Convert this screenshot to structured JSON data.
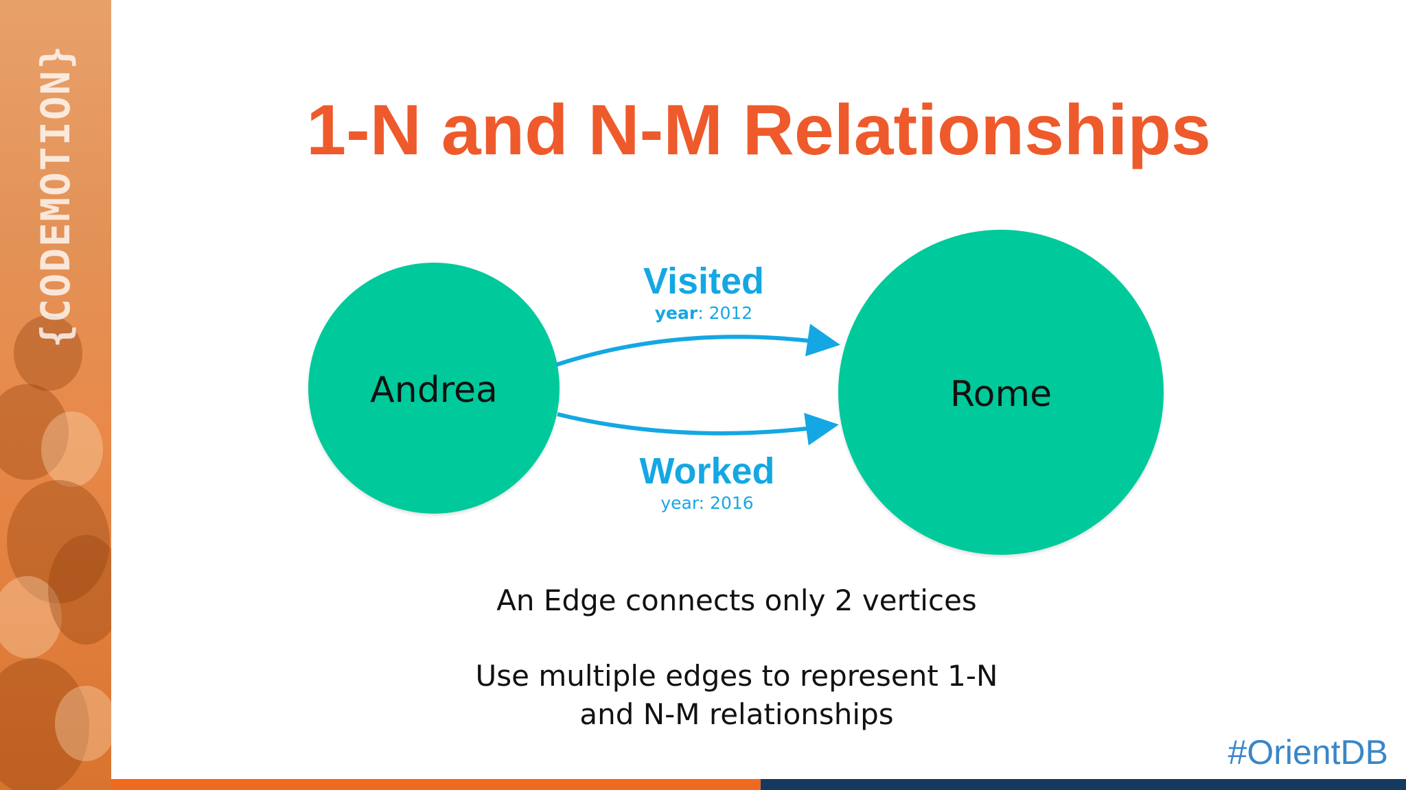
{
  "sidebar": {
    "logo_text": "{CODEMOTION}"
  },
  "slide": {
    "title": "1-N and N-M Relationships",
    "caption_line1": "An Edge connects only 2 vertices",
    "caption_line2": "Use multiple edges to represent 1-N",
    "caption_line3": "and N-M relationships",
    "hashtag": "#OrientDB"
  },
  "diagram": {
    "nodes": [
      {
        "id": "andrea",
        "label": "Andrea"
      },
      {
        "id": "rome",
        "label": "Rome"
      }
    ],
    "edges": [
      {
        "label": "Visited",
        "prop_key": "year",
        "prop_sep": ": ",
        "prop_value": "2012",
        "from": "andrea",
        "to": "rome"
      },
      {
        "label": "Worked",
        "prop_key": "year",
        "prop_sep": ": ",
        "prop_value": "2016",
        "from": "andrea",
        "to": "rome"
      }
    ]
  },
  "colors": {
    "title": "#ee5a2b",
    "node_fill": "#00c99b",
    "edge": "#14a7e3",
    "hashtag": "#3a86c8",
    "bar_orange": "#ee6a1e",
    "bar_navy": "#163a5f"
  }
}
